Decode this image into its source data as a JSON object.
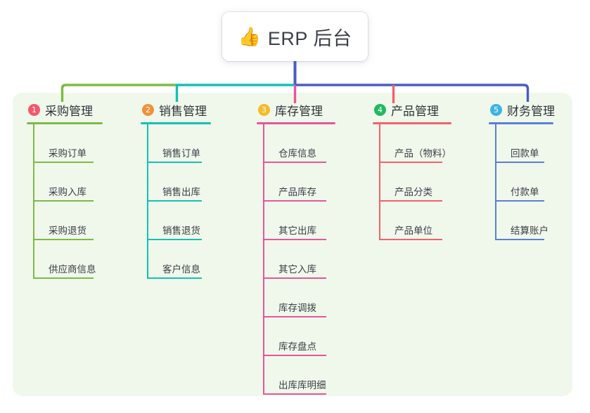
{
  "diagram": {
    "background_color": "#ffffff",
    "panel_color": "#f0f8ec",
    "root": {
      "icon": "thumbs-up-icon",
      "emoji": "👍",
      "title": "ERP 后台"
    },
    "trunk_color": "#4a5bc4",
    "bar_segments": [
      {
        "name": "green-segment",
        "color": "#7cbb44"
      },
      {
        "name": "teal-segment",
        "color": "#13c2b2"
      },
      {
        "name": "blue-segment",
        "color": "#4a5bc4"
      }
    ],
    "columns": [
      {
        "number": "1",
        "title": "采购管理",
        "badge_color": "#f4586b",
        "line_color": "#7cbb44",
        "stub_color": "#7cbb44",
        "items": [
          "采购订单",
          "采购入库",
          "采购退货",
          "供应商信息"
        ]
      },
      {
        "number": "2",
        "title": "销售管理",
        "badge_color": "#f0913a",
        "line_color": "#13c2b2",
        "stub_color": "#13c2b2",
        "items": [
          "销售订单",
          "销售出库",
          "销售退货",
          "客户信息"
        ]
      },
      {
        "number": "3",
        "title": "库存管理",
        "badge_color": "#f5bb2a",
        "line_color": "#e8559b",
        "stub_color": "#e8559b",
        "items": [
          "仓库信息",
          "产品库存",
          "其它出库",
          "其它入库",
          "库存调拨",
          "库存盘点",
          "出库库明细"
        ]
      },
      {
        "number": "4",
        "title": "产品管理",
        "badge_color": "#22b862",
        "line_color": "#f4616b",
        "stub_color": "#f4616b",
        "items": [
          "产品（物料）",
          "产品分类",
          "产品单位"
        ]
      },
      {
        "number": "5",
        "title": "财务管理",
        "badge_color": "#3bb4e5",
        "line_color": "#5a7fd4",
        "stub_color": "#4a5bc4",
        "items": [
          "回款单",
          "付款单",
          "结算账户"
        ]
      }
    ]
  }
}
